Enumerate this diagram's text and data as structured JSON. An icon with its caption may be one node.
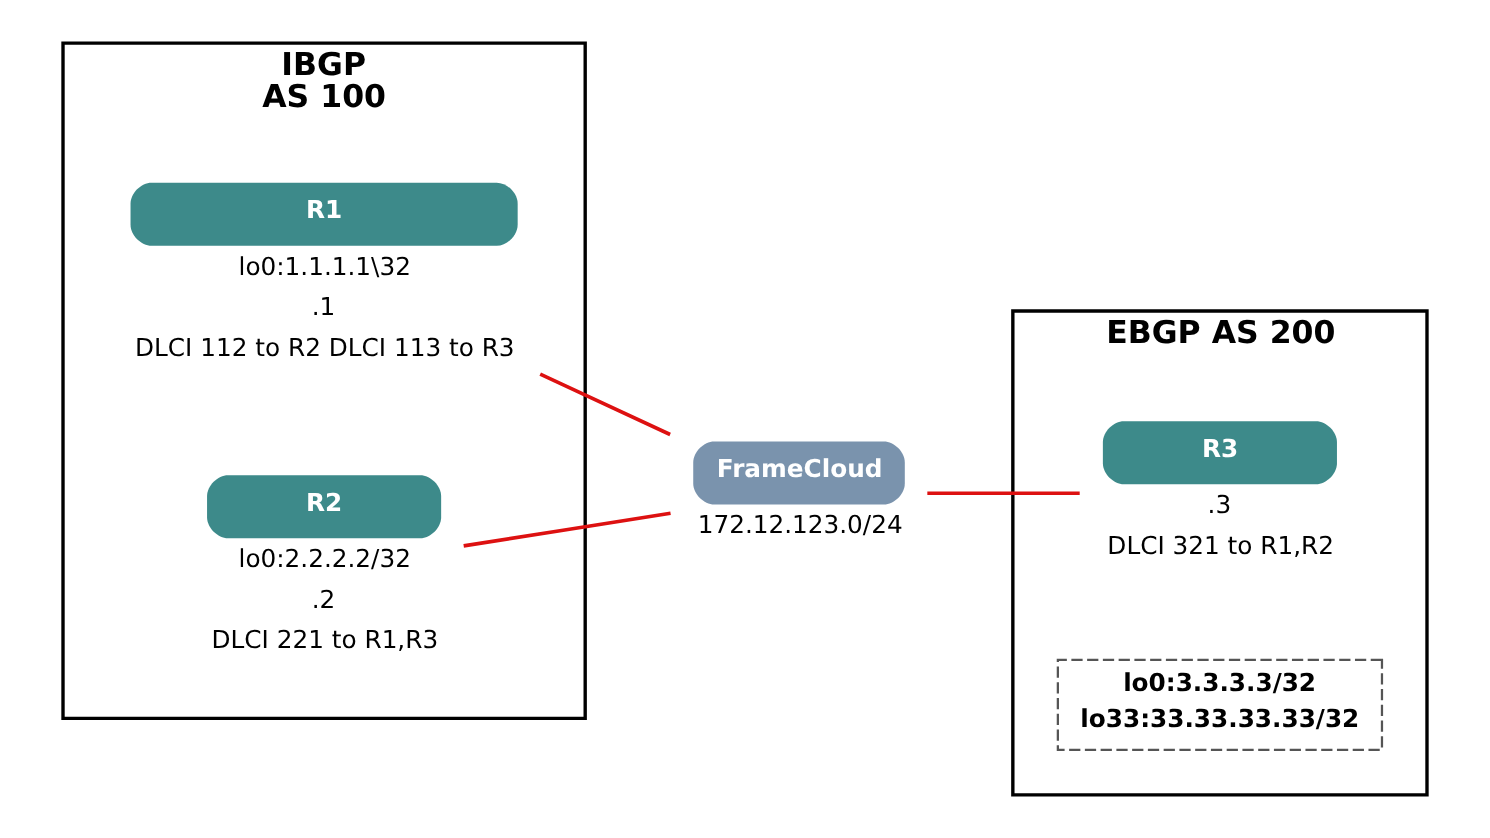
{
  "diagram": {
    "nodes": [
      {
        "text": [
          "IBGP",
          "AS 100"
        ]
      },
      {
        "text": [
          "R1"
        ],
        "in": 0,
        "beside": [
          "lo0:1.1.1.1\\32",
          ".1",
          "DLCI 112 to R2 DLCI 113 to R3"
        ]
      },
      {
        "text": [
          "R2"
        ],
        "in": 0,
        "beside": [
          "lo0:2.2.2.2/32",
          ".2",
          "DLCI 221 to R1,R3"
        ]
      },
      {
        "text": [
          "FrameCloud"
        ],
        "beside": [
          "172.12.123.0/24"
        ]
      },
      {
        "text": [
          "EBGP AS 200"
        ]
      },
      {
        "text": [
          "R3"
        ],
        "in": 4,
        "beside": [
          ".3",
          "DLCI 321 to R1,R2"
        ]
      },
      {
        "text": [
          "lo0:3.3.3.3/32",
          "lo33:33.33.33.33/32"
        ],
        "in": 4
      }
    ],
    "edges": [
      {
        "from": 1,
        "to": 3,
        "arrow": "none"
      },
      {
        "from": 2,
        "to": 3,
        "arrow": "none"
      },
      {
        "from": 3,
        "to": 5,
        "arrow": "none"
      }
    ]
  }
}
